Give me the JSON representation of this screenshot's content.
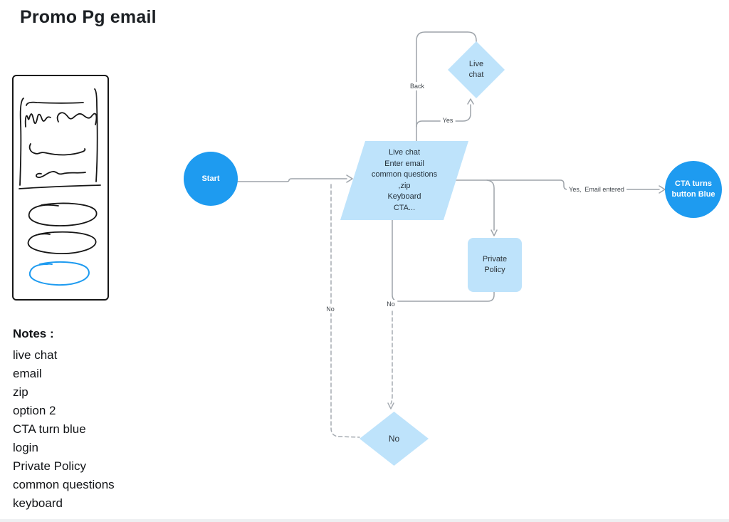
{
  "app": {
    "canvas_title": "Promo Pg email"
  },
  "notes": {
    "heading": "Notes :",
    "items": [
      "live chat",
      "email",
      "zip",
      "option 2",
      "CTA turn blue",
      "login",
      "Private Policy",
      "common questions",
      "keyboard"
    ]
  },
  "flowchart": {
    "nodes": {
      "start": {
        "label": "Start"
      },
      "email_form": {
        "lines": [
          "Live chat",
          "Enter email",
          "common questions",
          ",zip",
          "Keyboard",
          "CTA..."
        ]
      },
      "live_chat": {
        "label": "Live chat"
      },
      "private_policy": {
        "label": "Private Policy"
      },
      "no_decision": {
        "label": "No"
      },
      "cta": {
        "label": "CTA turns button Blue"
      }
    },
    "edge_labels": {
      "back": "Back",
      "yes": "Yes",
      "yes_email": "Yes,  Email entered",
      "no_mid": "No",
      "no_left": "No"
    }
  },
  "colors": {
    "node_blue": "#1E9BF0",
    "node_light_blue": "#BEE3FB",
    "connector_gray": "#9EA4AA",
    "sketch_black": "#161616",
    "sketch_blue": "#1E9BF0"
  }
}
